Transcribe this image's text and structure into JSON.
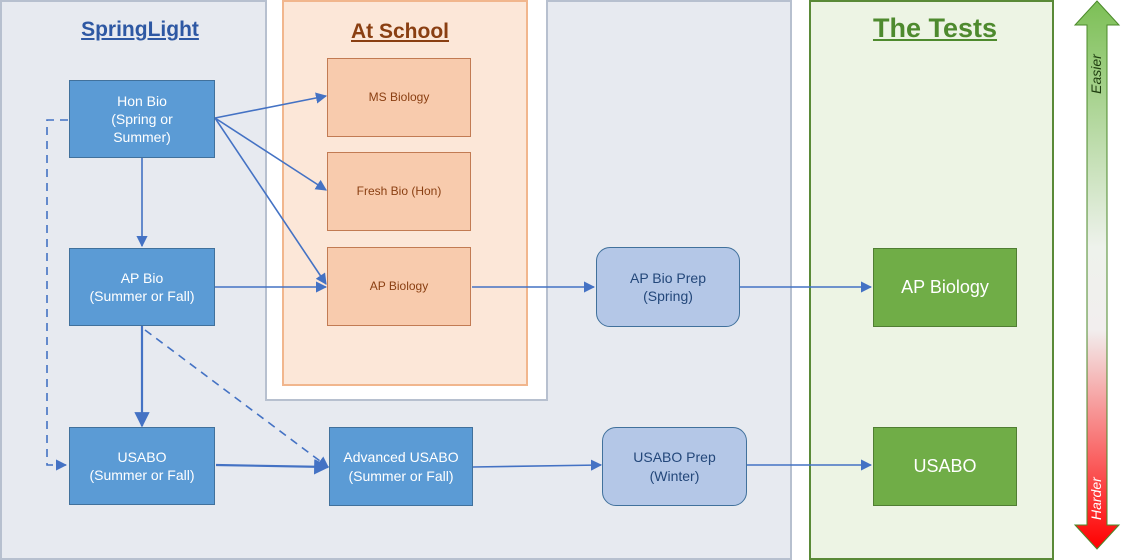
{
  "panels": {
    "springlight": {
      "title": "SpringLight"
    },
    "school": {
      "title": "At School"
    },
    "tests": {
      "title": "The Tests"
    }
  },
  "boxes": {
    "hon_bio": "Hon Bio\n(Spring or\nSummer)",
    "ap_bio": "AP Bio\n(Summer or Fall)",
    "usabo": "USABO\n(Summer or Fall)",
    "ms_biology": "MS Biology",
    "fresh_bio": "Fresh Bio (Hon)",
    "ap_biology_school": "AP Biology",
    "advanced_usabo": "Advanced USABO\n(Summer or Fall)",
    "ap_bio_prep": "AP Bio Prep\n(Spring)",
    "usabo_prep": "USABO Prep\n(Winter)",
    "ap_biology_test": "AP Biology",
    "usabo_test": "USABO"
  },
  "scale": {
    "top_label": "Easier",
    "bottom_label": "Harder"
  },
  "colors": {
    "springlight_panel": "#e7eaf0",
    "school_panel": "#fce7d8",
    "tests_panel": "#edf4e4",
    "course_box": "#5b9bd5",
    "school_box": "#f8cbad",
    "prep_box": "#b4c7e7",
    "test_box": "#70ad47",
    "connector": "#4472c4",
    "scale_easy": "#70ad47",
    "scale_hard": "#ff0000"
  }
}
